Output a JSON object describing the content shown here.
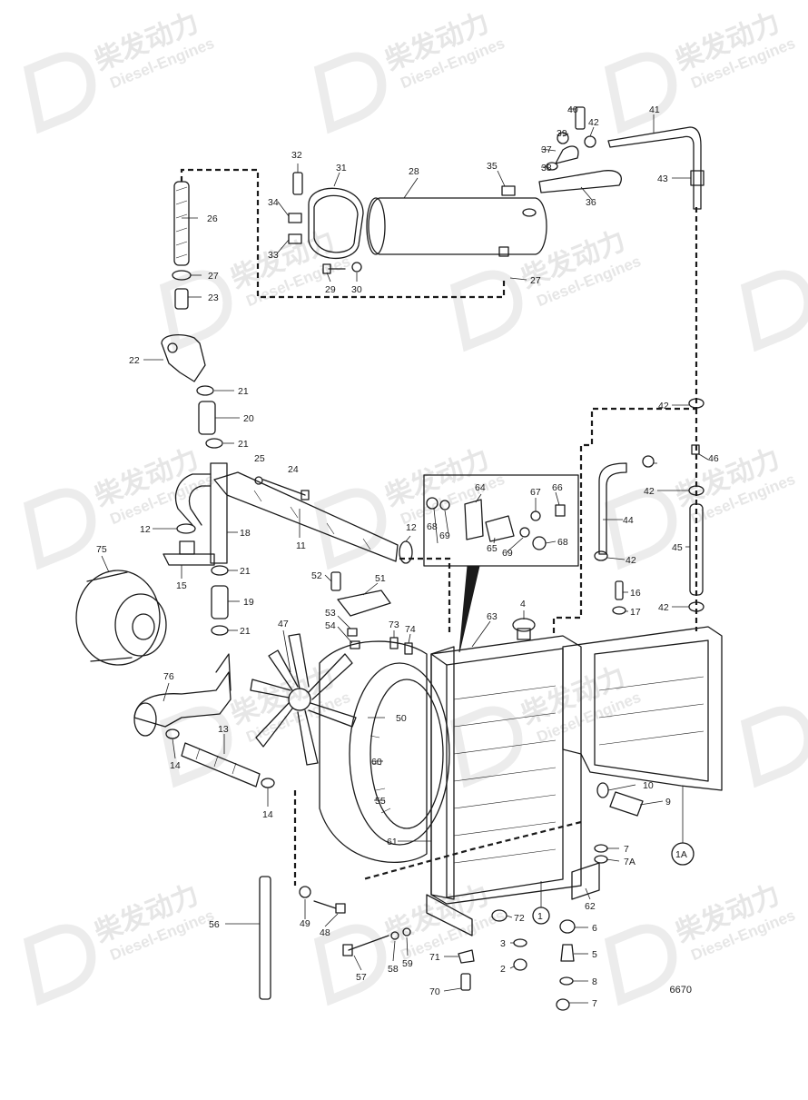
{
  "drawing": {
    "number": "6670",
    "watermark": {
      "brand": "柴发动力",
      "subtitle": "Diesel-Engines"
    },
    "callouts": [
      "1",
      "1A",
      "2",
      "3",
      "4",
      "5",
      "6",
      "7",
      "7",
      "7A",
      "8",
      "9",
      "10",
      "11",
      "12",
      "12",
      "13",
      "14",
      "14",
      "15",
      "16",
      "17",
      "18",
      "19",
      "20",
      "21",
      "21",
      "21",
      "21",
      "21",
      "22",
      "23",
      "24",
      "25",
      "26",
      "27",
      "27",
      "28",
      "29",
      "30",
      "31",
      "32",
      "33",
      "34",
      "35",
      "36",
      "37",
      "38",
      "39",
      "40",
      "41",
      "42",
      "42",
      "42",
      "42",
      "42",
      "43",
      "44",
      "45",
      "46",
      "47",
      "48",
      "49",
      "50",
      "51",
      "52",
      "53",
      "54",
      "55",
      "56",
      "57",
      "58",
      "59",
      "60",
      "61",
      "62",
      "63",
      "64",
      "65",
      "66",
      "67",
      "68",
      "68",
      "69",
      "69",
      "70",
      "71",
      "72",
      "73",
      "74",
      "75",
      "76"
    ]
  }
}
